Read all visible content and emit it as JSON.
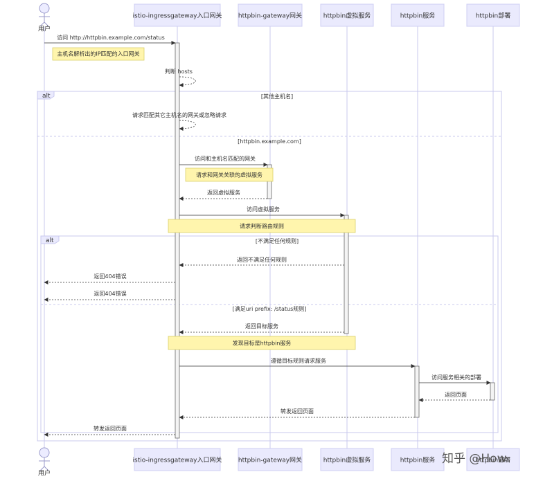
{
  "actors": [
    {
      "id": "user",
      "label": "用户"
    },
    {
      "id": "igw",
      "label": "istio-ingressgateway入口网关"
    },
    {
      "id": "gw",
      "label": "httpbin-gateway网关"
    },
    {
      "id": "vs",
      "label": "httpbin虚拟服务"
    },
    {
      "id": "svc",
      "label": "httpbin服务"
    },
    {
      "id": "dep",
      "label": "httpbin部署"
    }
  ],
  "messages": [
    {
      "id": "m1",
      "text": "访问 http://httpbin.example.com/status",
      "from": "user",
      "to": "igw",
      "style": "solid"
    },
    {
      "id": "m2",
      "text": "判断 hosts",
      "from": "igw",
      "to": "igw",
      "style": "dotted",
      "self": true
    },
    {
      "id": "m3",
      "text": "请求匹配其它主机名的网关或忽略请求",
      "from": "igw",
      "to": "igw",
      "style": "dotted",
      "self": true
    },
    {
      "id": "m4",
      "text": "访问和主机名匹配的网关",
      "from": "igw",
      "to": "gw",
      "style": "solid"
    },
    {
      "id": "m5",
      "text": "返回虚拟服务",
      "from": "gw",
      "to": "igw",
      "style": "dotted"
    },
    {
      "id": "m6",
      "text": "访问虚拟服务",
      "from": "igw",
      "to": "vs",
      "style": "solid"
    },
    {
      "id": "m7",
      "text": "返回不满足任何规则",
      "from": "vs",
      "to": "igw",
      "style": "dotted"
    },
    {
      "id": "m8",
      "text": "返回404错误",
      "from": "igw",
      "to": "user",
      "style": "dotted"
    },
    {
      "id": "m9",
      "text": "返回404错误",
      "from": "igw",
      "to": "user",
      "style": "dotted"
    },
    {
      "id": "m10",
      "text": "返回目标服务",
      "from": "vs",
      "to": "igw",
      "style": "dotted"
    },
    {
      "id": "m11",
      "text": "遵循目标规则请求服务",
      "from": "igw",
      "to": "svc",
      "style": "solid"
    },
    {
      "id": "m12",
      "text": "访问服务相关的部署",
      "from": "svc",
      "to": "dep",
      "style": "solid"
    },
    {
      "id": "m13",
      "text": "返回页面",
      "from": "dep",
      "to": "svc",
      "style": "dotted"
    },
    {
      "id": "m14",
      "text": "转发返回页面",
      "from": "svc",
      "to": "igw",
      "style": "dotted"
    },
    {
      "id": "m15",
      "text": "转发返回页面",
      "from": "igw",
      "to": "user",
      "style": "dotted"
    }
  ],
  "notes": [
    {
      "id": "n1",
      "text": "主机名解析出的IP匹配的入口网关"
    },
    {
      "id": "n2",
      "text": "请求和网关关联的虚拟服务"
    },
    {
      "id": "n3",
      "text": "请求判断路由规则"
    },
    {
      "id": "n4",
      "text": "发现目标是httpbin服务"
    }
  ],
  "frames": [
    {
      "id": "f1",
      "label": "alt",
      "conditions": [
        "[其他主机名]",
        "[httpbin.example.com]"
      ]
    },
    {
      "id": "f2",
      "label": "alt",
      "conditions": [
        "[不满足任何规则]",
        "[满足uri prefix: /status规则]"
      ]
    }
  ],
  "watermark": "知乎 @How"
}
